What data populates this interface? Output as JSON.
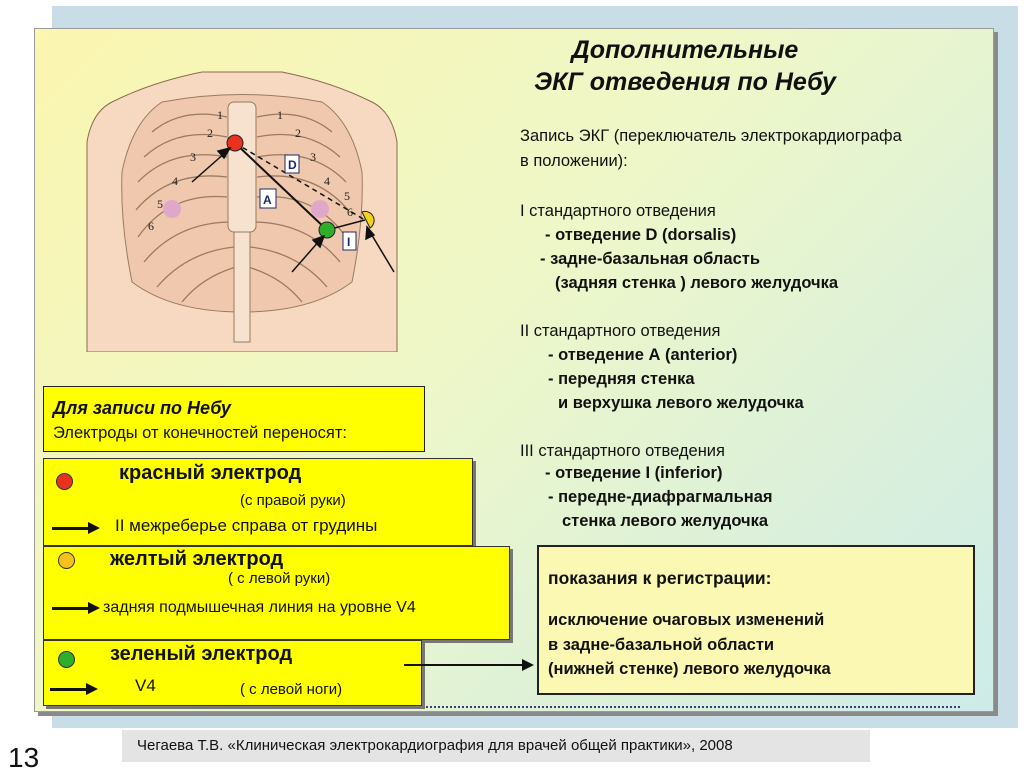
{
  "title": {
    "line1": "Дополнительные",
    "line2": "ЭКГ отведения  по Небу"
  },
  "recording": {
    "intro1": "Запись ЭКГ (переключатель электрокардиографа",
    "intro2": "в положении):",
    "lead1": {
      "heading": "I   стандартного отведения",
      "l1": "- отведение D (dorsalis)",
      "l2": "- задне-базальная область",
      "l3": "(задняя стенка ) левого желудочка"
    },
    "lead2": {
      "heading": "II   стандартного отведения",
      "l1": "- отведение А (anterior)",
      "l2": "- передняя стенка",
      "l3": "и верхушка левого желудочка"
    },
    "lead3": {
      "heading": "III стандартного отведения",
      "l1": "-  отведение I (inferior)",
      "l2": "- передне-диафрагмальная",
      "l3": "стенка левого желудочка"
    }
  },
  "indications": {
    "heading": "показания к регистрации:",
    "l1": "исключение очаговых изменений",
    "l2": "в задне-базальной области",
    "l3": "(нижней стенке) левого желудочка"
  },
  "nebu_box": {
    "title": "Для записи по Небу",
    "subtitle": "Электроды от конечностей переносят:"
  },
  "electrodes": {
    "red": {
      "name": "красный электрод",
      "from": "(с правой руки)",
      "placement": "II межреберье справа от грудины",
      "color": "#e8321e"
    },
    "yellow": {
      "name": "желтый электрод",
      "from": "( с левой руки)",
      "placement": "задняя  подмышечная линия на уровне V4",
      "color": "#f6c21a"
    },
    "green": {
      "name": "зеленый электрод",
      "placement": "V4",
      "from": "( с левой ноги)",
      "color": "#2fae2a"
    }
  },
  "diagram": {
    "labels": {
      "D": "D",
      "A": "A",
      "I": "I"
    },
    "ribs_left": [
      "1",
      "2",
      "3",
      "4",
      "5",
      "6"
    ],
    "ribs_right": [
      "1",
      "2",
      "3",
      "4",
      "5",
      "6"
    ]
  },
  "footer": "Чегаева Т.В. «Клиническая электрокардиография для врачей общей практики», 2008",
  "page_number": "13"
}
